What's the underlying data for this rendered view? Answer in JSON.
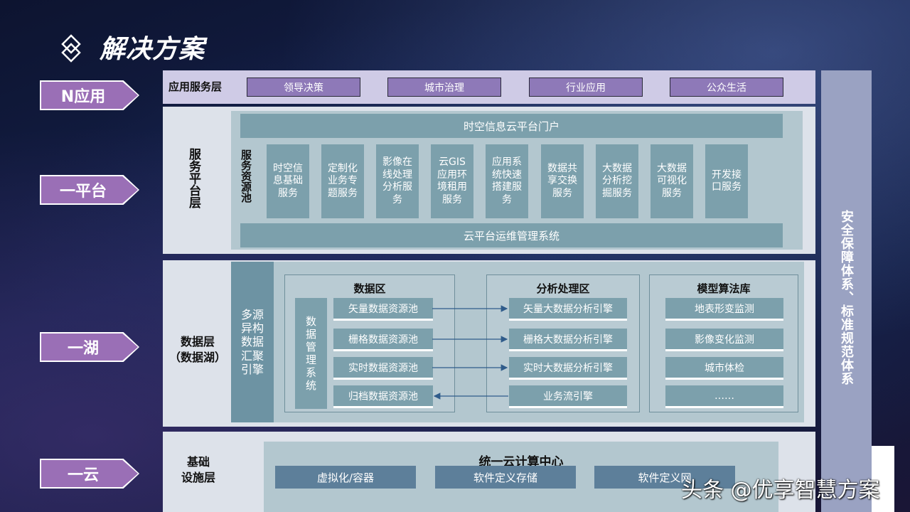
{
  "title": "解决方案",
  "arrows": [
    "N应用",
    "一平台",
    "一湖",
    "一云"
  ],
  "app_layer": {
    "label": "应用服务层",
    "items": [
      "领导决策",
      "城市治理",
      "行业应用",
      "公众生活"
    ]
  },
  "service_layer": {
    "label": "服务平台层",
    "pool_label": "服务资源池",
    "portal": "时空信息云平台门户",
    "ops": "云平台运维管理系统",
    "tiles": [
      "时空信息基础服务",
      "定制化业务专题服务",
      "影像在线处理分析服务",
      "云GIS应用环境租用服务",
      "应用系统快速搭建服务",
      "数据共享交换服务",
      "大数据分析挖掘服务",
      "大数据可视化服务",
      "开发接口服务"
    ]
  },
  "data_layer": {
    "label_line1": "数据层",
    "label_line2": "（数据湖）",
    "engine": "多源异构数据汇聚引擎",
    "data_zone": {
      "title": "数据区",
      "mgmt": "数据管理系统",
      "pools": [
        "矢量数据资源池",
        "栅格数据资源池",
        "实时数据资源池",
        "归档数据资源池"
      ]
    },
    "analysis_zone": {
      "title": "分析处理区",
      "engines": [
        "矢量大数据分析引擎",
        "栅格大数据分析引擎",
        "实时大数据分析引擎",
        "业务流引擎"
      ]
    },
    "model_zone": {
      "title": "模型算法库",
      "items": [
        "地表形变监测",
        "影像变化监测",
        "城市体检",
        "……"
      ]
    }
  },
  "infra_layer": {
    "label_line1": "基础",
    "label_line2": "设施层",
    "center": "统一云计算中心",
    "items": [
      "虚拟化/容器",
      "软件定义存储",
      "软件定义网"
    ]
  },
  "side": "安全保障体系、标准规范体系",
  "watermark": "头条 @优享智慧方案",
  "colors": {
    "arrow": "#9a6fb6",
    "app_button": "#8e79b8",
    "tile": "#7ca0ac",
    "engine": "#6d93a3",
    "side": "#9aa2c2"
  }
}
